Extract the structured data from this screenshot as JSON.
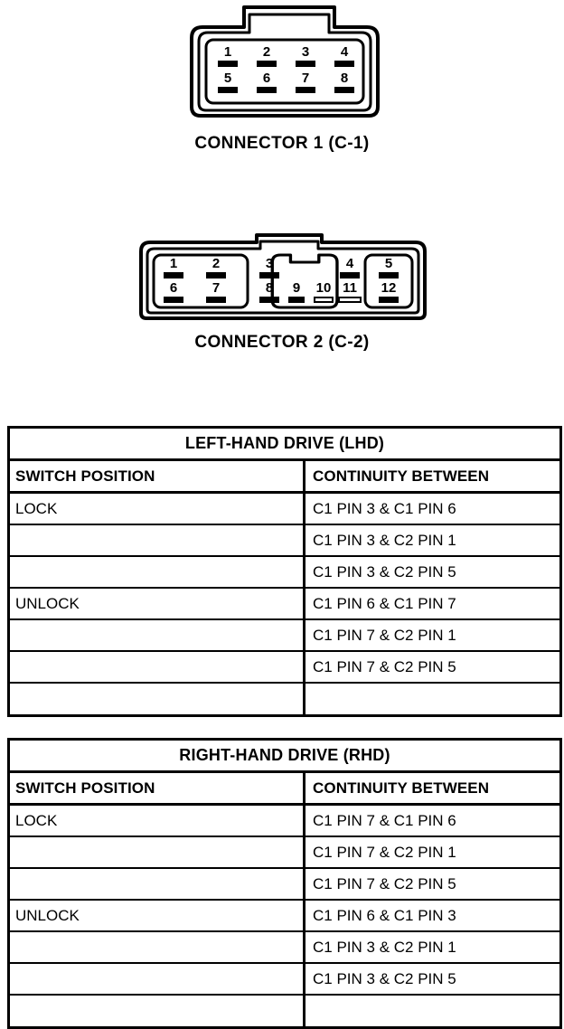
{
  "page": {
    "background": "#ffffff",
    "ink": "#000000"
  },
  "figures": [
    {
      "id": "connector-1",
      "caption": "CONNECTOR 1 (C-1)",
      "pin_count": 8,
      "rows": [
        [
          "1",
          "2",
          "3",
          "4"
        ],
        [
          "5",
          "6",
          "7",
          "8"
        ]
      ]
    },
    {
      "id": "connector-2",
      "caption": "CONNECTOR 2 (C-2)",
      "pin_count": 12,
      "chambers": [
        {
          "name": "left-chamber",
          "top": [
            "1",
            "2"
          ],
          "bottom": [
            "6",
            "7"
          ]
        },
        {
          "name": "center-chamber",
          "top": [
            "3",
            "4"
          ],
          "bottom": [
            "8",
            "9",
            "10",
            "11"
          ]
        },
        {
          "name": "right-chamber",
          "top": [
            "5"
          ],
          "bottom": [
            "12"
          ]
        }
      ]
    }
  ],
  "tables": [
    {
      "id": "lhd-table",
      "title": "LEFT-HAND DRIVE (LHD)",
      "headers": [
        "SWITCH POSITION",
        "CONTINUITY BETWEEN"
      ],
      "rows": [
        {
          "position": "LOCK",
          "continuity": "C1 PIN 3 & C1 PIN 6"
        },
        {
          "position": "",
          "continuity": "C1 PIN 3 & C2 PIN 1"
        },
        {
          "position": "",
          "continuity": "C1 PIN 3 & C2 PIN 5"
        },
        {
          "position": "UNLOCK",
          "continuity": "C1 PIN 6 & C1 PIN 7"
        },
        {
          "position": "",
          "continuity": "C1 PIN 7 & C2 PIN 1"
        },
        {
          "position": "",
          "continuity": "C1 PIN 7 & C2 PIN 5"
        }
      ]
    },
    {
      "id": "rhd-table",
      "title": "RIGHT-HAND DRIVE (RHD)",
      "headers": [
        "SWITCH POSITION",
        "CONTINUITY BETWEEN"
      ],
      "rows": [
        {
          "position": "LOCK",
          "continuity": "C1 PIN 7 & C1 PIN 6"
        },
        {
          "position": "",
          "continuity": "C1 PIN 7 & C2 PIN 1"
        },
        {
          "position": "",
          "continuity": "C1 PIN 7 & C2 PIN 5"
        },
        {
          "position": "UNLOCK",
          "continuity": "C1 PIN 6 & C1 PIN 3"
        },
        {
          "position": "",
          "continuity": "C1 PIN 3 & C2 PIN 1"
        },
        {
          "position": "",
          "continuity": "C1 PIN 3 & C2 PIN 5"
        }
      ]
    }
  ]
}
